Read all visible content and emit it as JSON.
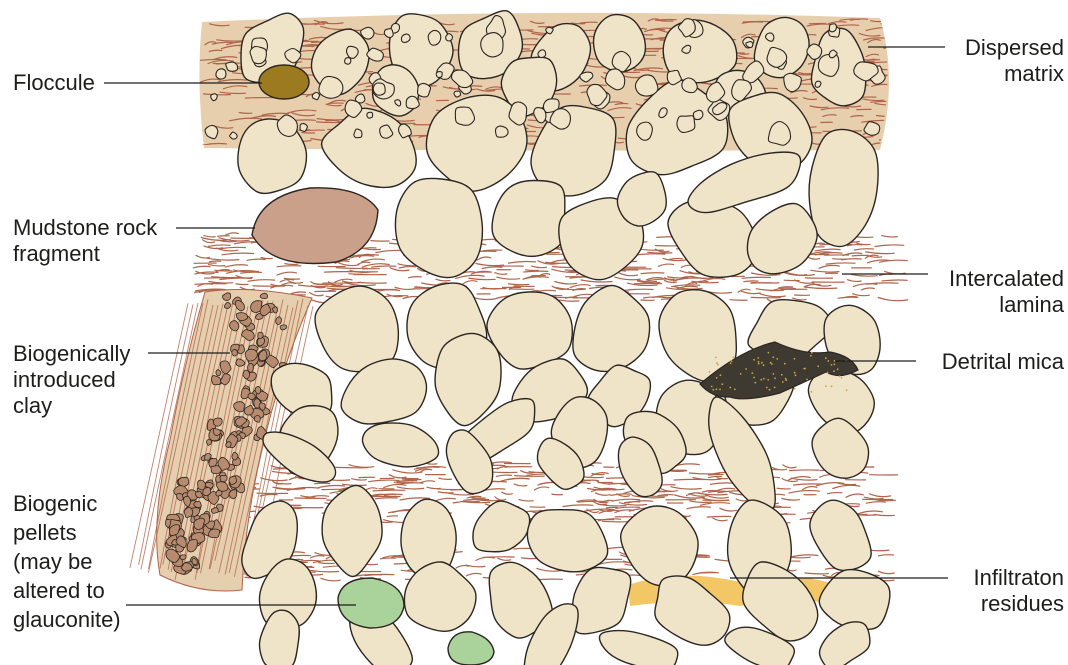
{
  "figure": {
    "palette": {
      "grain_fill": "#efe3c8",
      "grain_stroke": "#2b2622",
      "matrix_fill": "#e7cfae",
      "clay_streak": "#b0644a",
      "floccule": "#9c7a20",
      "mudstone": "#caa08a",
      "mica": "#3e3a31",
      "glauconite": "#a9d39a",
      "infiltration": "#f1bd4a",
      "burrow_fill": "#e6cfae",
      "label_text": "#1d1d1b"
    },
    "labels": {
      "floccule": [
        "Floccule"
      ],
      "mudstone": [
        "Mudstone rock",
        "fragment"
      ],
      "biogenic_clay": [
        "Biogenically",
        "introduced",
        "clay"
      ],
      "pellets": [
        "Biogenic",
        "pellets",
        "(may be",
        "altered to",
        "glauconite)"
      ],
      "dispersed": [
        "Dispersed",
        "matrix"
      ],
      "lamina": [
        "Intercalated",
        "lamina"
      ],
      "mica": [
        "Detrital mica"
      ],
      "infiltration": [
        "Infiltraton",
        "residues"
      ]
    }
  }
}
